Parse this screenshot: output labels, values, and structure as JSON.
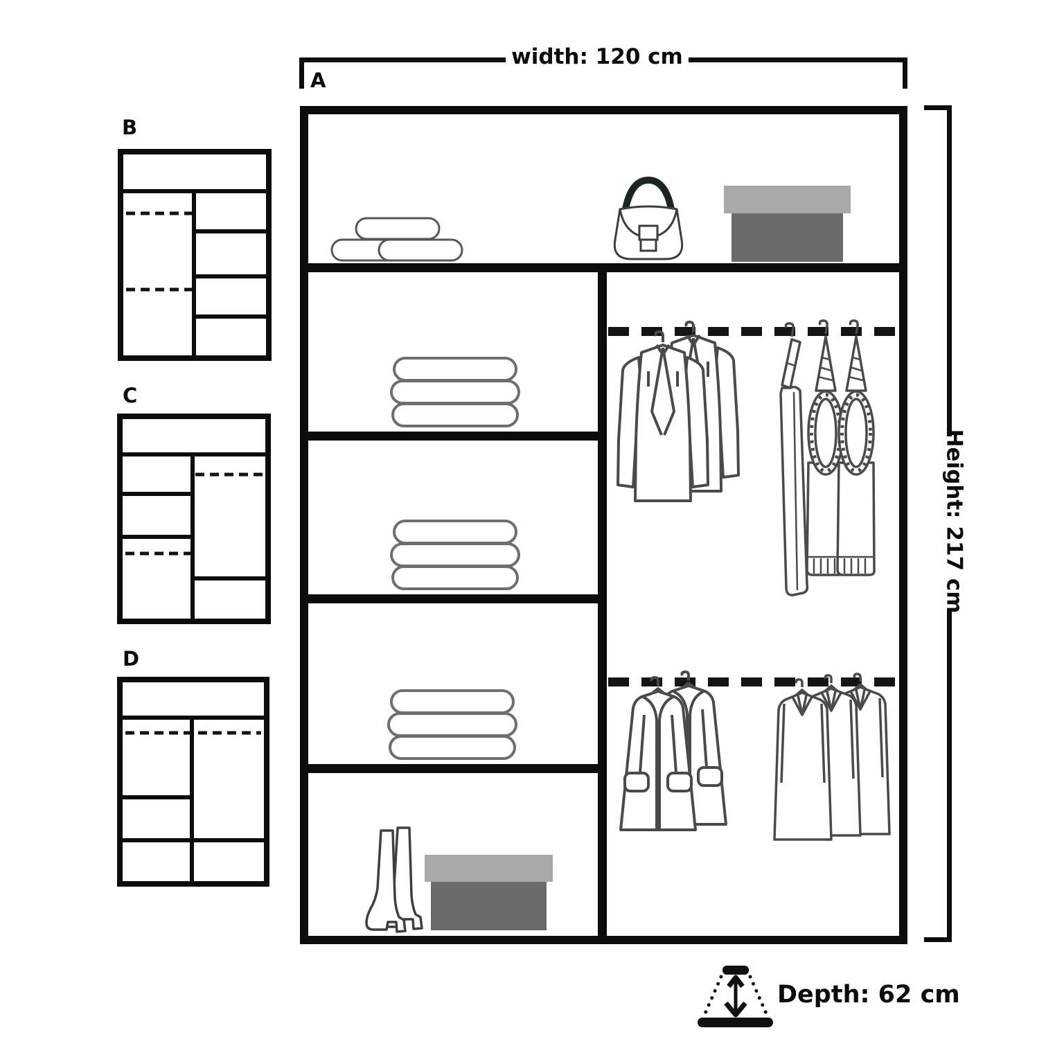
{
  "diagram_labels": {
    "main": "A",
    "variant_b": "B",
    "variant_c": "C",
    "variant_d": "D"
  },
  "dimensions": {
    "width": "width: 120 cm",
    "height": "Height: 217 cm",
    "depth": "Depth: 62 cm"
  },
  "colors": {
    "line": "#0c0c0c",
    "clothing_outline": "#4a4a4a",
    "soft_goods_outline": "#6e6e6e",
    "shoebox_lid": "#a8a8a8",
    "shoebox_base": "#6b6b6b",
    "background": "#ffffff"
  },
  "wardrobe_contents": {
    "top_shelf": [
      "rolled-blankets",
      "handbag",
      "shoe-box"
    ],
    "left_shelf_1": "folded-towels",
    "left_shelf_2": "folded-towels",
    "left_shelf_3": "folded-towels",
    "left_bottom": [
      "boots",
      "shoe-box"
    ],
    "top_rail": [
      "jackets-on-hangers",
      "trousers-on-hangers"
    ],
    "bottom_rail": [
      "coats-on-hangers",
      "shirts-on-hangers"
    ]
  }
}
